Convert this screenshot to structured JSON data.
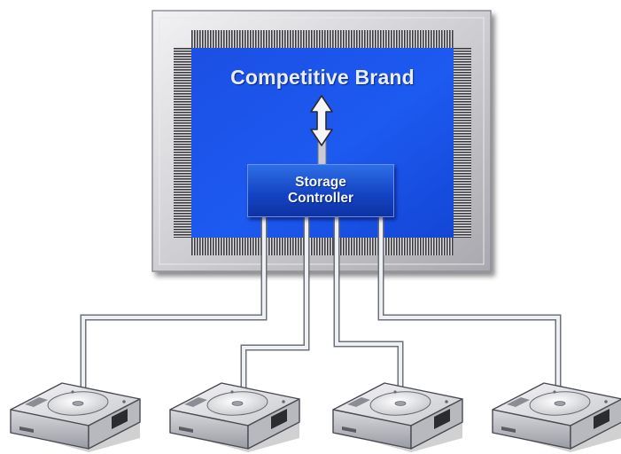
{
  "diagram": {
    "chip": {
      "title": "Competitive Brand"
    },
    "controller": {
      "line1": "Storage",
      "line2": "Controller"
    },
    "drives": [
      {
        "name": "hard-drive-1"
      },
      {
        "name": "hard-drive-2"
      },
      {
        "name": "hard-drive-3"
      },
      {
        "name": "hard-drive-4"
      }
    ],
    "colors": {
      "die_blue": "#1f55e8",
      "frame_gray": "#c8c8cc",
      "cable_gray": "#cfd3da",
      "drive_gray": "#d7d8dc"
    }
  }
}
